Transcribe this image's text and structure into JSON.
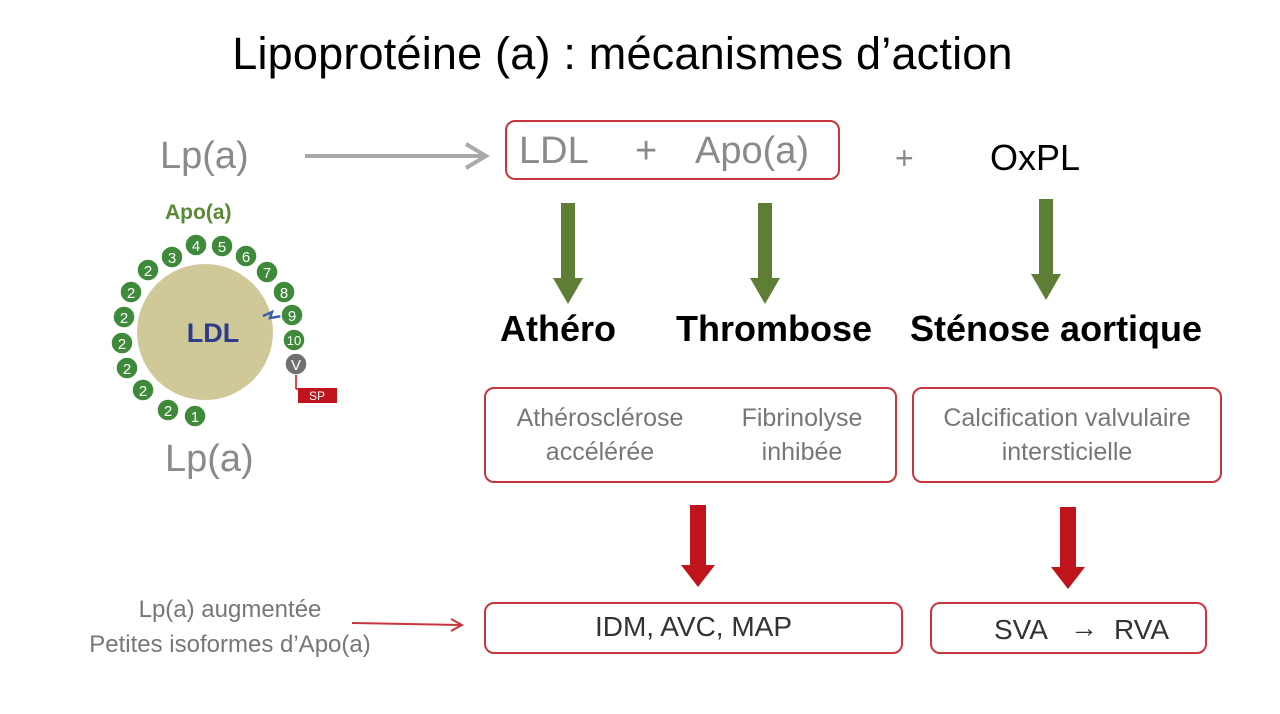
{
  "title": "Lipoprotéine (a) : mécanismes d’action",
  "left_panel": {
    "lpa_top": "Lp(a)",
    "lpa_bottom": "Lp(a)",
    "apo_label": "Apo(a)",
    "ldl_label": "LDL",
    "kringles": [
      "4",
      "5",
      "6",
      "7",
      "8",
      "9",
      "10"
    ],
    "kringle2_label": "2",
    "kringle3_label": "3",
    "kringle1_label": "1",
    "v_label": "V",
    "sp_label": "SP"
  },
  "top_row": {
    "ldl": "LDL",
    "plus1": "+",
    "apoa": "Apo(a)",
    "plus2": "+",
    "oxpl": "OxPL"
  },
  "categories": [
    "Athéro",
    "Thrombose",
    "Sténose aortique"
  ],
  "effects": {
    "athero_line1": "Athérosclérose",
    "athero_line2": "accélérée",
    "fibrino_line1": "Fibrinolyse",
    "fibrino_line2": "inhibée",
    "calc_line1": "Calcification valvulaire",
    "calc_line2": "intersticielle"
  },
  "outcomes": {
    "left": "IDM, AVC, MAP",
    "right_from": "SVA",
    "right_arrow": "→",
    "right_to": "RVA"
  },
  "side_note": {
    "line1": "Lp(a) augmentée",
    "line2": "Petites isoformes d’Apo(a)"
  },
  "colors": {
    "green_arrow": "#5e7d35",
    "red_arrow": "#c0141d",
    "box_border": "#c9353d",
    "kringle_green": "#3f8a3a",
    "ldl_fill": "#cfc99a",
    "ldl_text": "#2e3a8c",
    "gray_text": "#8a8a8a"
  }
}
